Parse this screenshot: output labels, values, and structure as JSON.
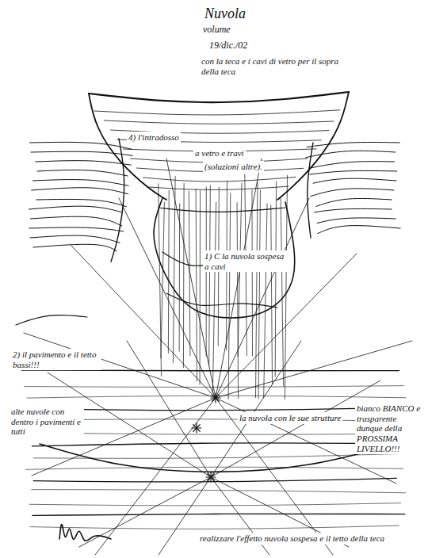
{
  "diagram": {
    "labels": [
      "Nuvola",
      "volume",
      "19/dic./02",
      "con la teca e i cavi di vetro per il sopra della teca",
      "4) l'intradosso",
      "a vetro e travi",
      "(soluzioni altre).",
      "1) C la nuvola sospesa a cavi",
      "2) il pavimento e il tetto bassi!!!",
      "la nuvola con le sue strutture",
      "bianco BIANCO e trasparente dunque della PROSSIMA LIVELLO!!!",
      "alte nuvole con dentro i pavimenti e tutti",
      "realizzare l'effetto nuvola sospesa e il tetto della teca"
    ]
  }
}
